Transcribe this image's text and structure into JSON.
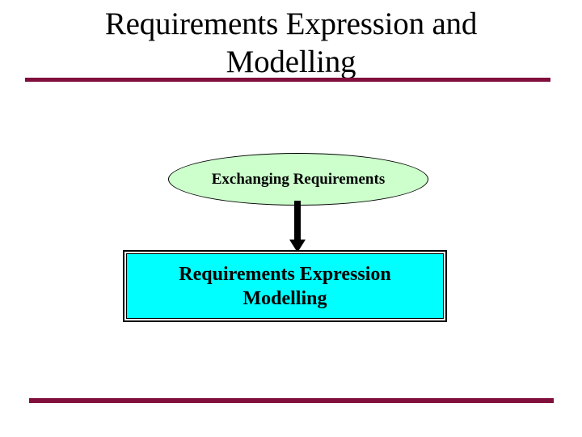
{
  "slide": {
    "title": "Requirements Expression and\nModelling",
    "background_color": "#FFFFFF",
    "rule_color": "#800F3C"
  },
  "diagram": {
    "nodes": [
      {
        "id": "exchanging-requirements",
        "shape": "ellipse",
        "label": "Exchanging Requirements",
        "fill_color": "#CCFFCC",
        "border_color": "#000000",
        "text_color": "#000000"
      },
      {
        "id": "requirements-expression-modelling",
        "shape": "rectangle",
        "label": "Requirements Expression\nModelling",
        "fill_color": "#00FFFF",
        "border_color": "#000000",
        "text_color": "#000000"
      }
    ],
    "connectors": [
      {
        "id": "ellipse-to-box",
        "type": "arrow-down",
        "from": "exchanging-requirements",
        "to": "requirements-expression-modelling",
        "color": "#000000"
      }
    ]
  }
}
